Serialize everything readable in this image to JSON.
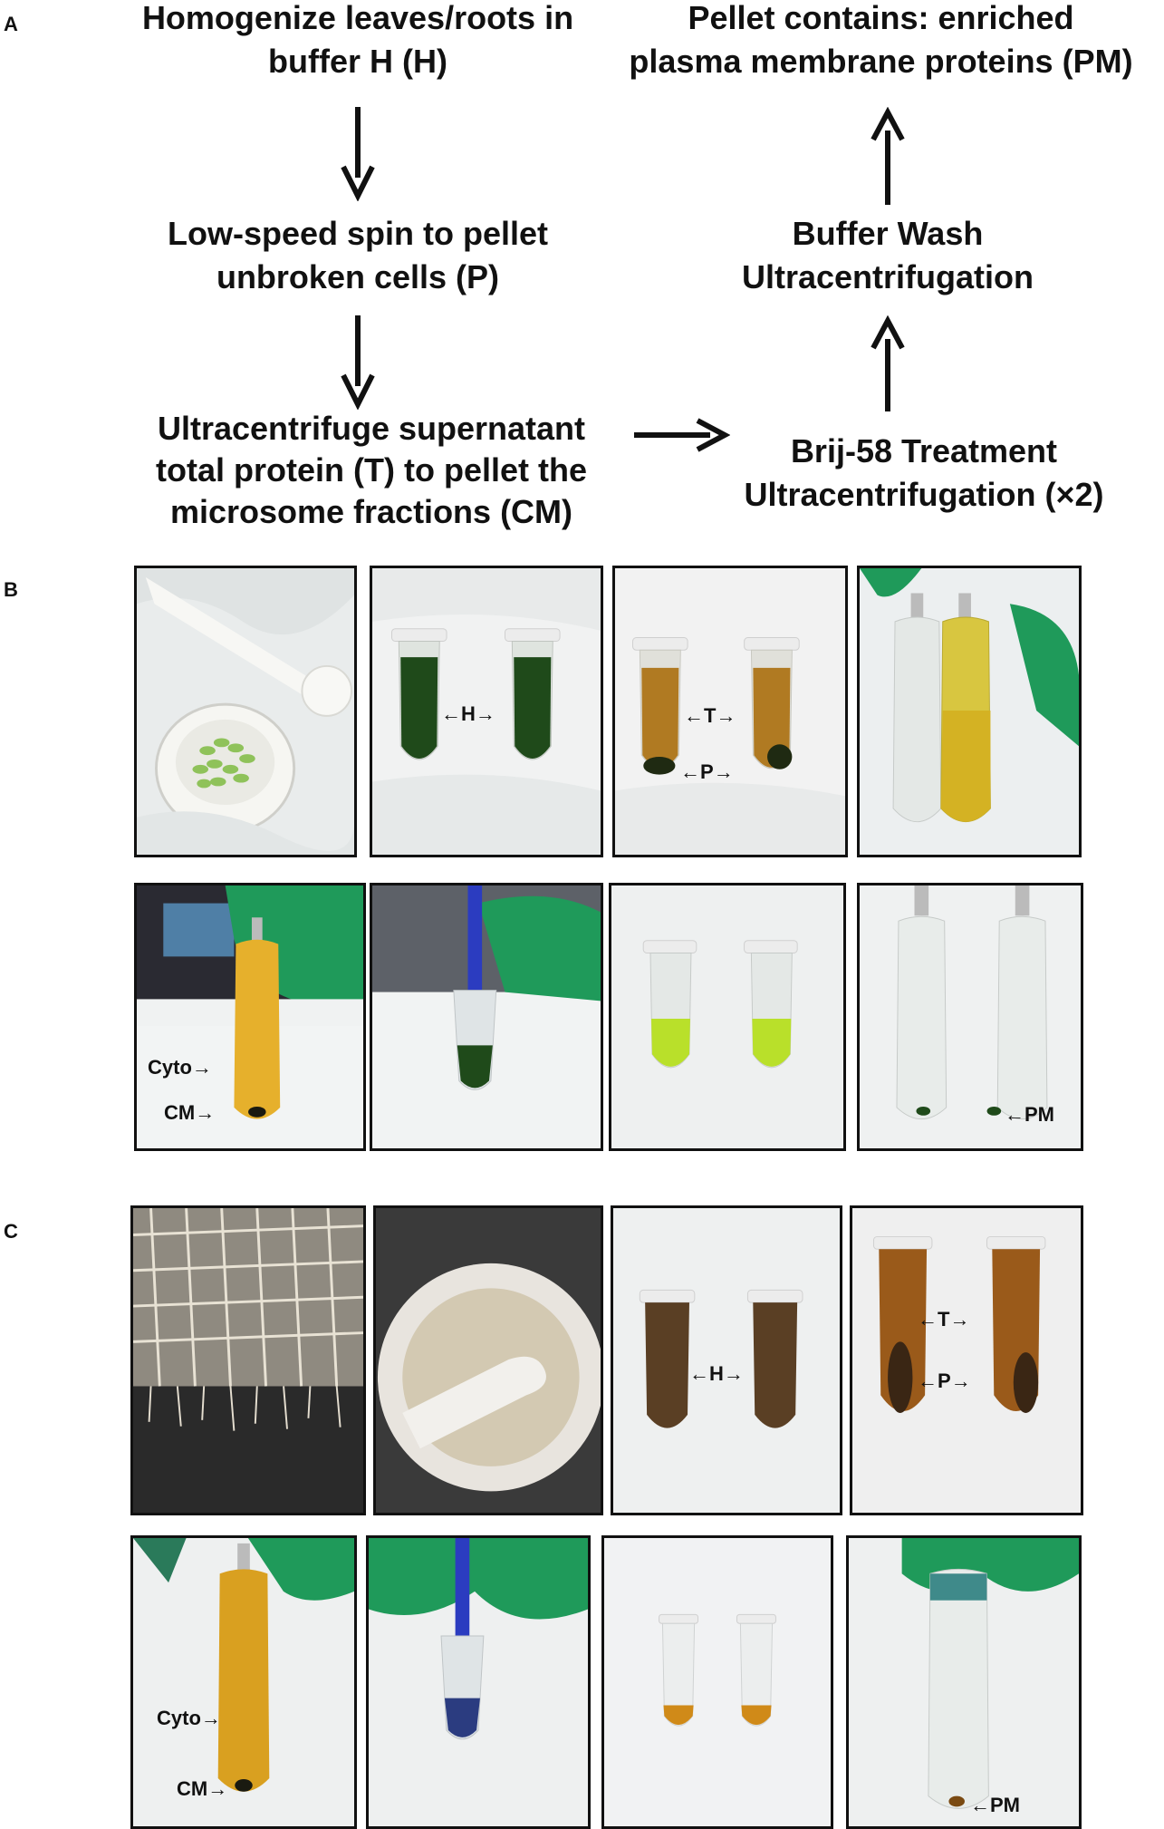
{
  "panels": {
    "a": "A",
    "b": "B",
    "c": "C"
  },
  "flow": {
    "step1": [
      "Homogenize leaves/roots in",
      "buffer H (H)"
    ],
    "step2": [
      "Low-speed spin to pellet",
      "unbroken cells (P)"
    ],
    "step3": [
      "Ultracentrifuge supernatant",
      "total protein (T) to pellet the",
      "microsome fractions (CM)"
    ],
    "step4": [
      "Brij-58 Treatment",
      "Ultracentrifugation (×2)"
    ],
    "step5": [
      "Buffer Wash",
      "Ultracentrifugation"
    ],
    "step6": [
      "Pellet contains: enriched",
      "plasma membrane proteins (PM)"
    ]
  },
  "labels": {
    "H": "H",
    "T": "T",
    "P": "P",
    "Cyto": "Cyto",
    "CM": "CM",
    "PM": "PM"
  },
  "colors": {
    "leaf_green": "#1f4a1a",
    "brown_supernatant": "#b07a22",
    "yellow_supernatant": "#d4b223",
    "glove_green": "#1f9a5a",
    "lime_green": "#b9e02a",
    "root_brown": "#5a3f24",
    "pipette_blue": "#2b3cc0"
  }
}
